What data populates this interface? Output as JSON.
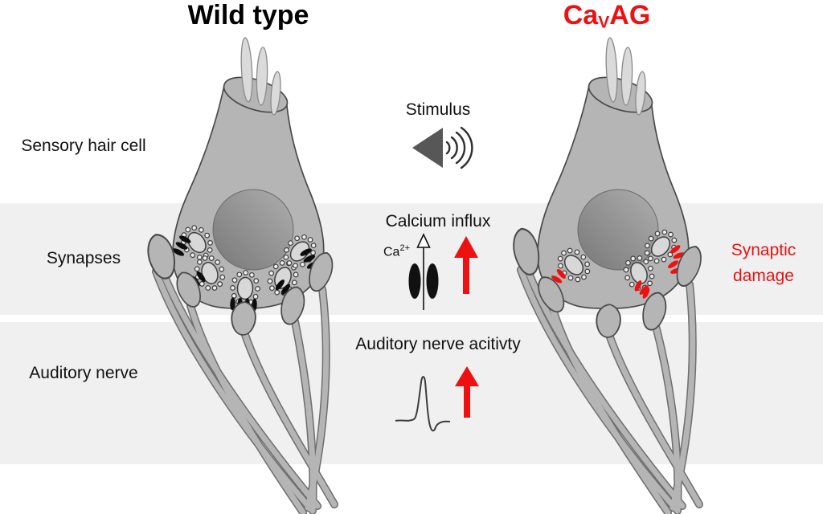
{
  "figure": {
    "title_left": "Wild type",
    "title_right": {
      "pre": "Ca",
      "sub": "V",
      "post": "AG"
    },
    "rows": {
      "sensory": "Sensory hair cell",
      "synapses": "Synapses",
      "auditory": "Auditory nerve"
    },
    "annotations": {
      "stimulus": "Stimulus",
      "calcium_influx": "Calcium influx",
      "ca_ion_base": "Ca",
      "ca_ion_sup": "2+",
      "nerve_activity": "Auditory nerve acitivty",
      "synaptic_damage_line1": "Synaptic",
      "synaptic_damage_line2": "damage"
    },
    "icons": {
      "speaker": "speaker-with-sound-waves",
      "calcium_channel": "calcium-channel-with-influx-arrow",
      "up_arrow_calcium": "red-up-arrow",
      "up_arrow_nerve": "red-up-arrow",
      "spike": "action-potential-trace",
      "wild_type_cell": "hair-cell-with-intact-ribbon-synapses",
      "cavag_cell": "hair-cell-with-damaged-ribbon-synapses"
    },
    "colors": {
      "accent_red": "#ee1111",
      "cell_gray": "#b5b5b5",
      "band_gray": "#f0f0f0",
      "outline_gray": "#4a4a4a",
      "speaker_gray": "#575757"
    }
  }
}
